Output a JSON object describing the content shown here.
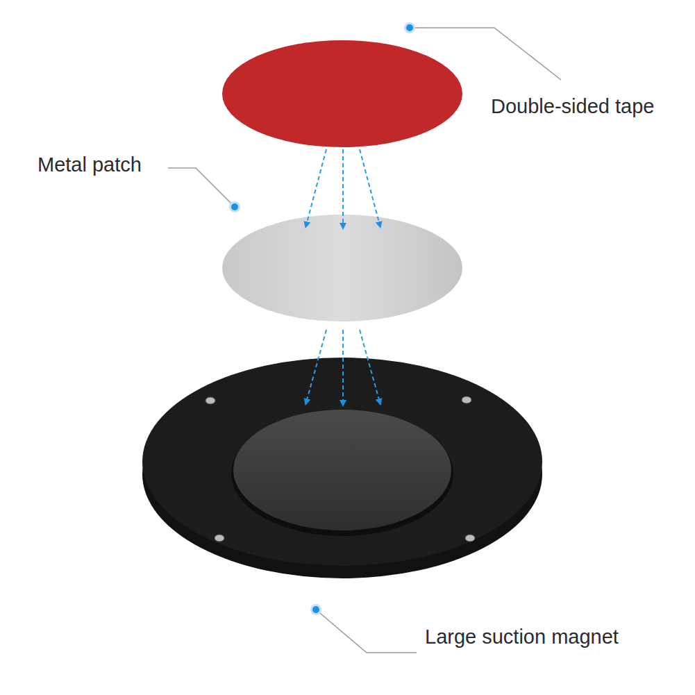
{
  "diagram": {
    "labels": [
      "Double-sided tape",
      "Metal patch",
      "Large suction magnet"
    ]
  }
}
